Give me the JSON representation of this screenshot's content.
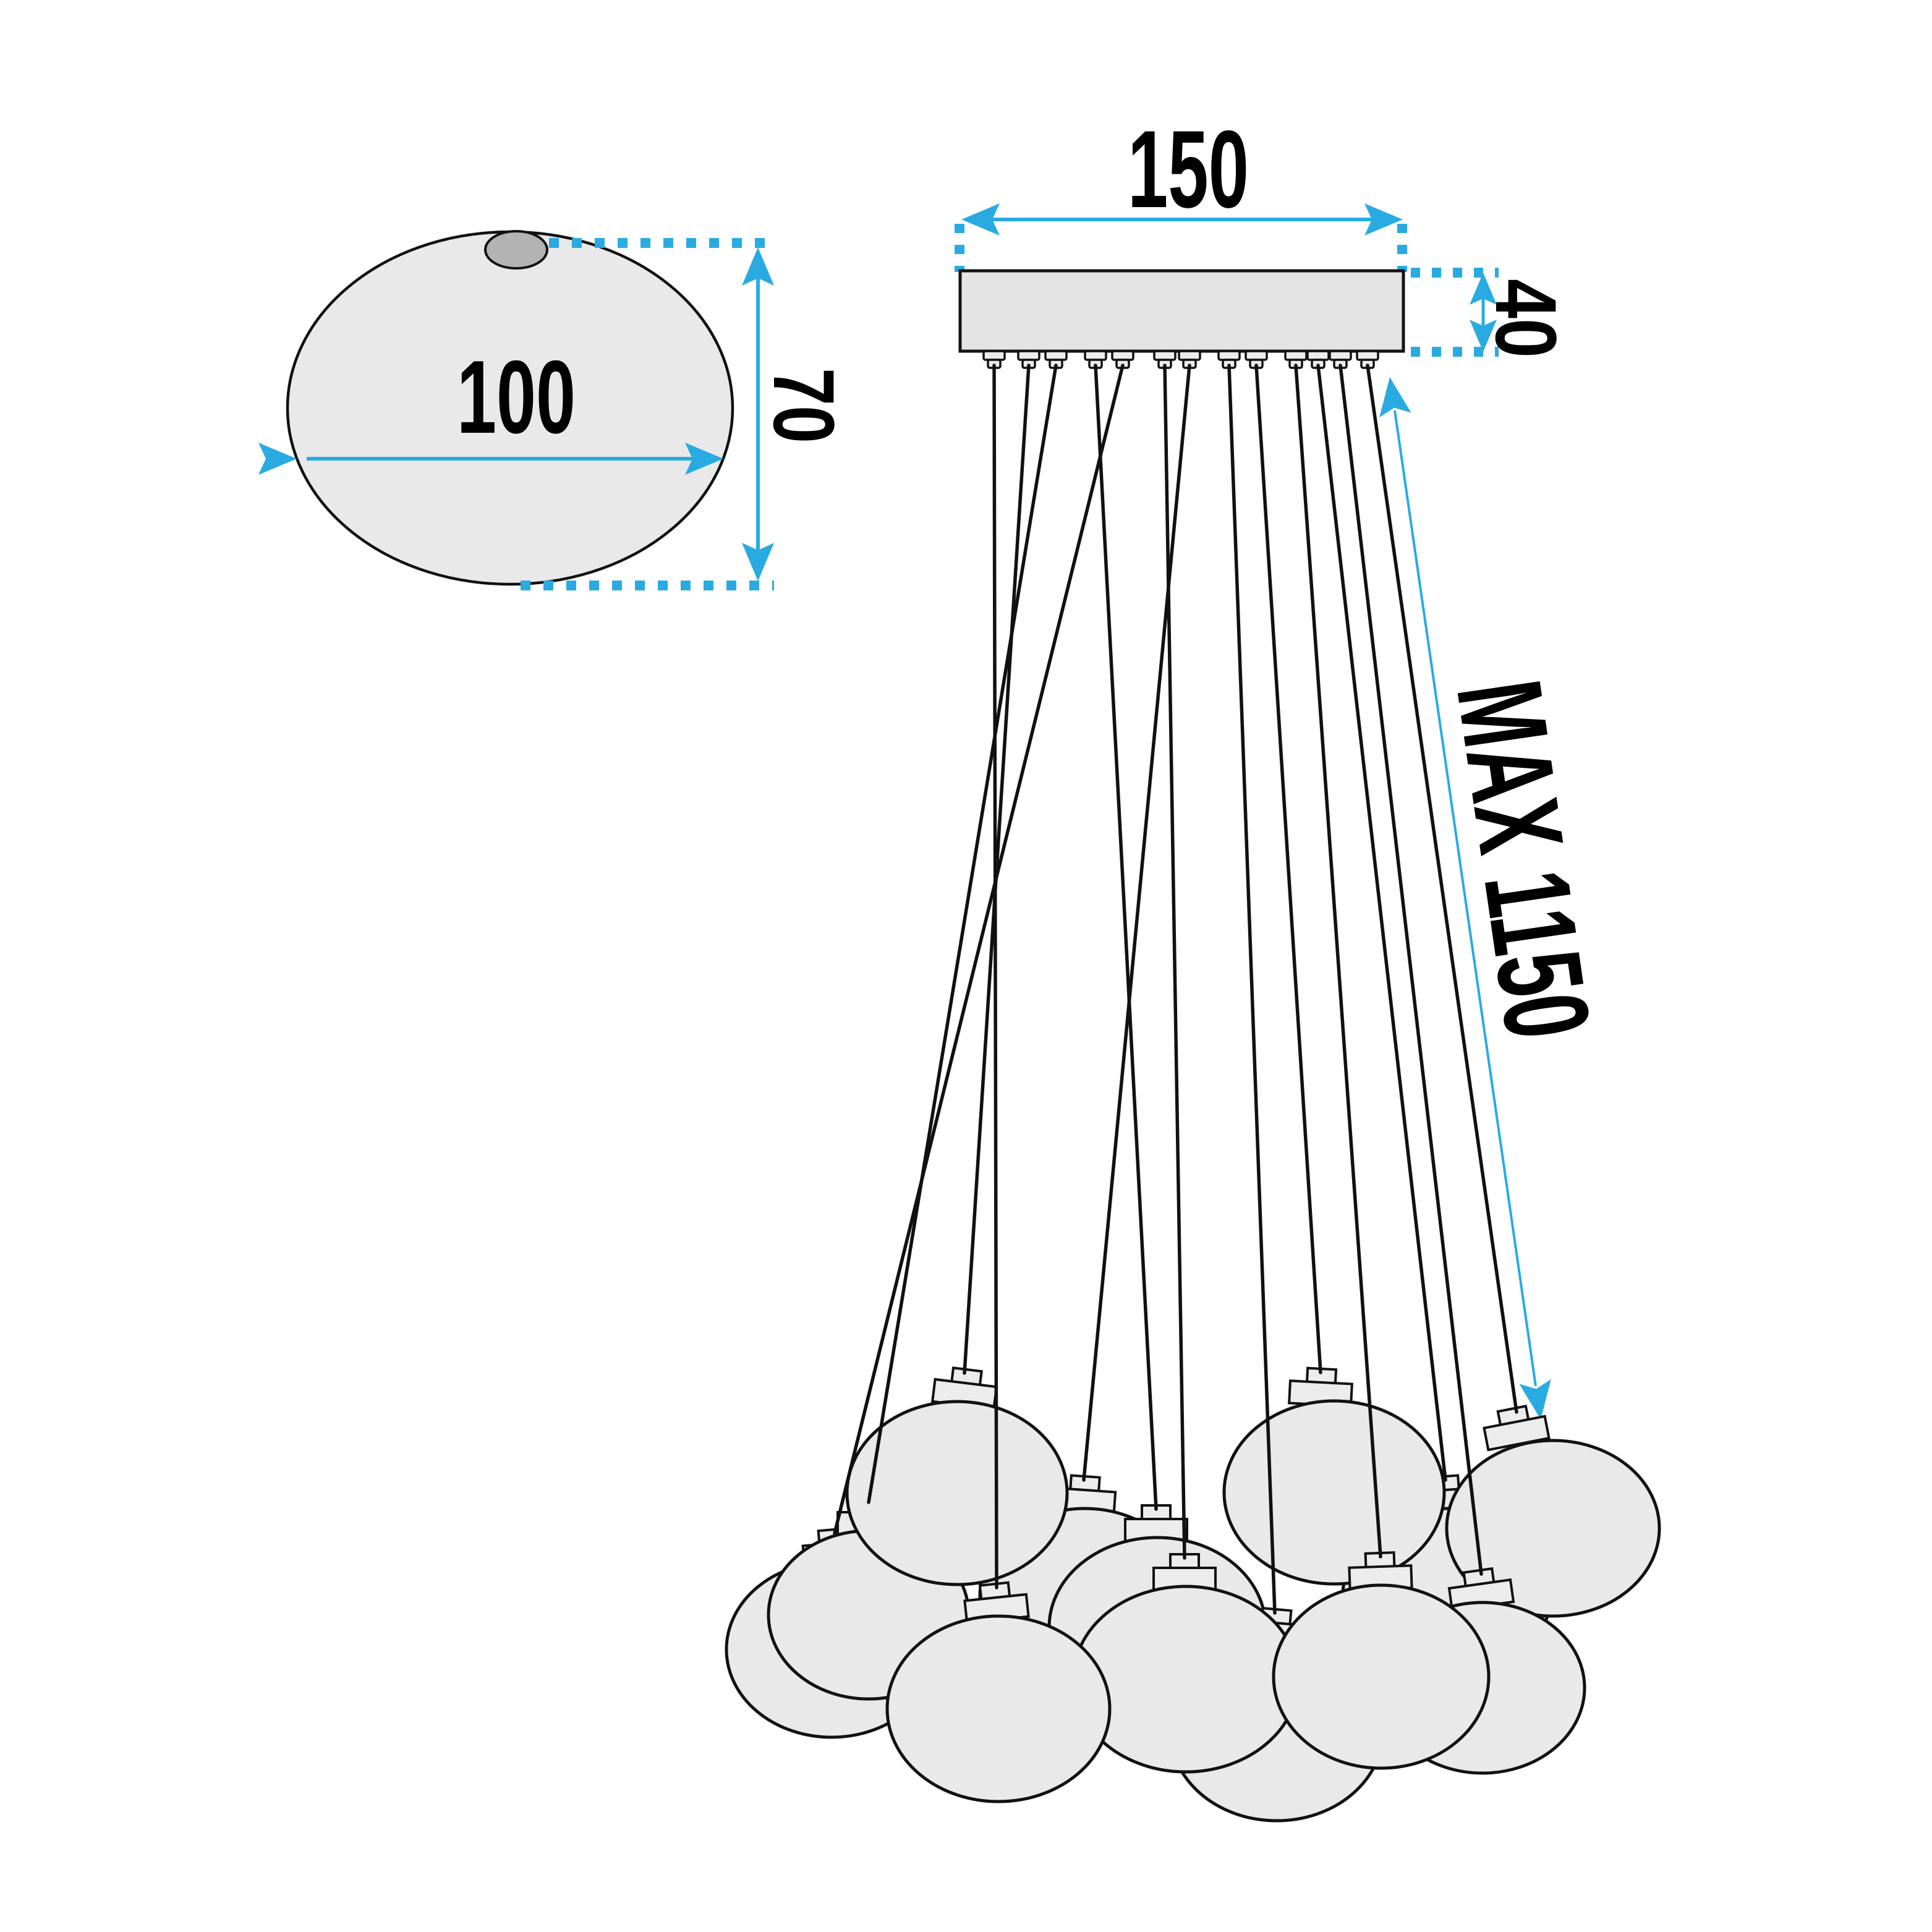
{
  "diagram": {
    "type": "pendant-lamp dimension drawing",
    "labels": {
      "canopy_width": "150",
      "canopy_thickness": "40",
      "shade_width": "100",
      "shade_height": "70",
      "max_drop": "MAX 1150"
    },
    "colors": {
      "accent_blue": "#29ABE2",
      "outline_black": "#111111",
      "shade_fill": "#E9E9E9",
      "canopy_fill": "#E4E4E4",
      "cap_fill": "#B3B3B3",
      "background": "#FFFFFF"
    },
    "counts": {
      "pendant_shades": 13,
      "cables": 13,
      "canopy_connectors": 13
    }
  }
}
